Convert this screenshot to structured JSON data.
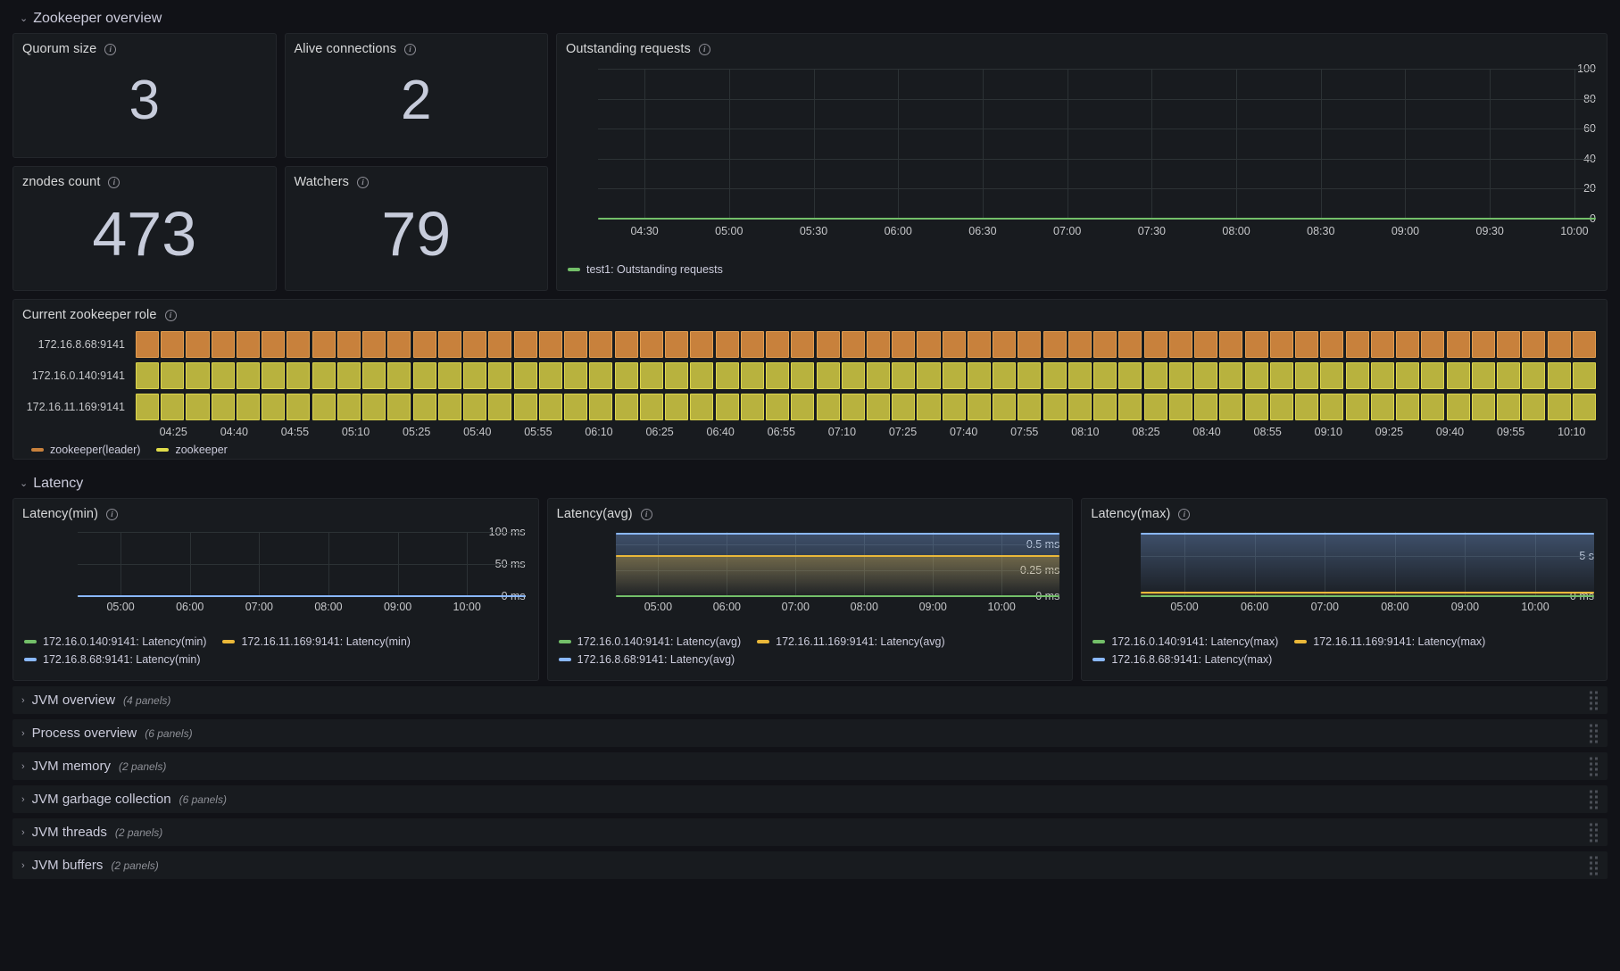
{
  "rows": {
    "zookeeper_overview": {
      "title": "Zookeeper overview",
      "caret": "chevron-down-icon"
    },
    "latency": {
      "title": "Latency",
      "caret": "chevron-down-icon"
    }
  },
  "colors": {
    "green": "#73bf69",
    "yellow": "#eab839",
    "blue": "#8ab8ff",
    "orange": "#c8813c",
    "tl_yellow": "#b8b23e",
    "panel_bg": "#181b1f",
    "page_bg": "#111217",
    "grid": "#2c3235",
    "text": "#ccccdc"
  },
  "stats": [
    {
      "title": "Quorum size",
      "value": "3",
      "info": "info-icon"
    },
    {
      "title": "Alive connections",
      "value": "2",
      "info": "info-icon"
    },
    {
      "title": "znodes count",
      "value": "473",
      "info": "info-icon"
    },
    {
      "title": "Watchers",
      "value": "79",
      "info": "info-icon"
    }
  ],
  "outstanding": {
    "title": "Outstanding requests",
    "info": "info-icon",
    "legend": [
      {
        "label": "test1: Outstanding requests",
        "color": "#73bf69"
      }
    ],
    "chart_data": {
      "type": "line",
      "title": "Outstanding requests",
      "xlabel": "",
      "ylabel": "",
      "ylim": [
        0,
        100
      ],
      "yticks": [
        "0",
        "20",
        "40",
        "60",
        "80",
        "100"
      ],
      "xticks": [
        "04:30",
        "05:00",
        "05:30",
        "06:00",
        "06:30",
        "07:00",
        "07:30",
        "08:00",
        "08:30",
        "09:00",
        "09:30",
        "10:00"
      ],
      "grid": true,
      "legend_position": "bottom",
      "series": [
        {
          "name": "test1: Outstanding requests",
          "color": "#73bf69",
          "constant_value": 0
        }
      ]
    }
  },
  "timeline": {
    "title": "Current zookeeper role",
    "info": "info-icon",
    "rows": [
      {
        "label": "172.16.8.68:9141",
        "state": "zookeeper(leader)",
        "color": "#c8813c"
      },
      {
        "label": "172.16.0.140:9141",
        "state": "zookeeper",
        "color": "#b8b23e"
      },
      {
        "label": "172.16.11.169:9141",
        "state": "zookeeper",
        "color": "#b8b23e"
      }
    ],
    "xticks": [
      "04:25",
      "04:40",
      "04:55",
      "05:10",
      "05:25",
      "05:40",
      "05:55",
      "06:10",
      "06:25",
      "06:40",
      "06:55",
      "07:10",
      "07:25",
      "07:40",
      "07:55",
      "08:10",
      "08:25",
      "08:40",
      "08:55",
      "09:10",
      "09:25",
      "09:40",
      "09:55",
      "10:10"
    ],
    "legend": [
      {
        "label": "zookeeper(leader)",
        "color": "#c8813c"
      },
      {
        "label": "zookeeper",
        "color": "#e0dc4a"
      }
    ],
    "segments": 58
  },
  "latency_panels": [
    {
      "title": "Latency(min)",
      "info": "info-icon",
      "legend": [
        {
          "label": "172.16.0.140:9141: Latency(min)",
          "color": "#73bf69"
        },
        {
          "label": "172.16.11.169:9141: Latency(min)",
          "color": "#eab839"
        },
        {
          "label": "172.16.8.68:9141: Latency(min)",
          "color": "#8ab8ff"
        }
      ],
      "chart_data": {
        "type": "line",
        "title": "Latency(min)",
        "yticks": [
          "0 ms",
          "50 ms",
          "100 ms"
        ],
        "ytick_fracs": [
          0,
          0.5,
          1.0
        ],
        "xticks": [
          "05:00",
          "06:00",
          "07:00",
          "08:00",
          "09:00",
          "10:00"
        ],
        "ylim": [
          0,
          115
        ],
        "grid": true,
        "legend_position": "bottom",
        "series": [
          {
            "name": "172.16.0.140:9141: Latency(min)",
            "color": "#73bf69",
            "value_frac": 0.0
          },
          {
            "name": "172.16.11.169:9141: Latency(min)",
            "color": "#eab839",
            "value_frac": 0.0
          },
          {
            "name": "172.16.8.68:9141: Latency(min)",
            "color": "#8ab8ff",
            "value_frac": 0.0
          }
        ]
      }
    },
    {
      "title": "Latency(avg)",
      "info": "info-icon",
      "legend": [
        {
          "label": "172.16.0.140:9141: Latency(avg)",
          "color": "#73bf69"
        },
        {
          "label": "172.16.11.169:9141: Latency(avg)",
          "color": "#eab839"
        },
        {
          "label": "172.16.8.68:9141: Latency(avg)",
          "color": "#8ab8ff"
        }
      ],
      "chart_data": {
        "type": "area",
        "title": "Latency(avg)",
        "yticks": [
          "0 ms",
          "0.25 ms",
          "0.5 ms"
        ],
        "ytick_fracs": [
          0,
          0.4,
          0.8
        ],
        "xticks": [
          "05:00",
          "06:00",
          "07:00",
          "08:00",
          "09:00",
          "10:00"
        ],
        "ylim": [
          0,
          0.625
        ],
        "grid": true,
        "legend_position": "bottom",
        "series": [
          {
            "name": "172.16.0.140:9141: Latency(avg)",
            "color": "#73bf69",
            "value_frac": 0.0
          },
          {
            "name": "172.16.11.169:9141: Latency(avg)",
            "color": "#eab839",
            "value_frac": 0.62
          },
          {
            "name": "172.16.8.68:9141: Latency(avg)",
            "color": "#8ab8ff",
            "value_frac": 0.97
          }
        ]
      }
    },
    {
      "title": "Latency(max)",
      "info": "info-icon",
      "legend": [
        {
          "label": "172.16.0.140:9141: Latency(max)",
          "color": "#73bf69"
        },
        {
          "label": "172.16.11.169:9141: Latency(max)",
          "color": "#eab839"
        },
        {
          "label": "172.16.8.68:9141: Latency(max)",
          "color": "#8ab8ff"
        }
      ],
      "chart_data": {
        "type": "area",
        "title": "Latency(max)",
        "yticks": [
          "0 ms",
          "5 s"
        ],
        "ytick_fracs": [
          0,
          0.62
        ],
        "xticks": [
          "05:00",
          "06:00",
          "07:00",
          "08:00",
          "09:00",
          "10:00"
        ],
        "ylim": [
          0,
          8
        ],
        "grid": true,
        "legend_position": "bottom",
        "series": [
          {
            "name": "172.16.0.140:9141: Latency(max)",
            "color": "#73bf69",
            "value_frac": 0.0
          },
          {
            "name": "172.16.11.169:9141: Latency(max)",
            "color": "#eab839",
            "value_frac": 0.055
          },
          {
            "name": "172.16.8.68:9141: Latency(max)",
            "color": "#8ab8ff",
            "value_frac": 0.97
          }
        ]
      }
    }
  ],
  "collapsed_rows": [
    {
      "title": "JVM overview",
      "count": "(4 panels)",
      "caret": "chevron-right-icon"
    },
    {
      "title": "Process overview",
      "count": "(6 panels)",
      "caret": "chevron-right-icon"
    },
    {
      "title": "JVM memory",
      "count": "(2 panels)",
      "caret": "chevron-right-icon"
    },
    {
      "title": "JVM garbage collection",
      "count": "(6 panels)",
      "caret": "chevron-right-icon"
    },
    {
      "title": "JVM threads",
      "count": "(2 panels)",
      "caret": "chevron-right-icon"
    },
    {
      "title": "JVM buffers",
      "count": "(2 panels)",
      "caret": "chevron-right-icon"
    }
  ]
}
